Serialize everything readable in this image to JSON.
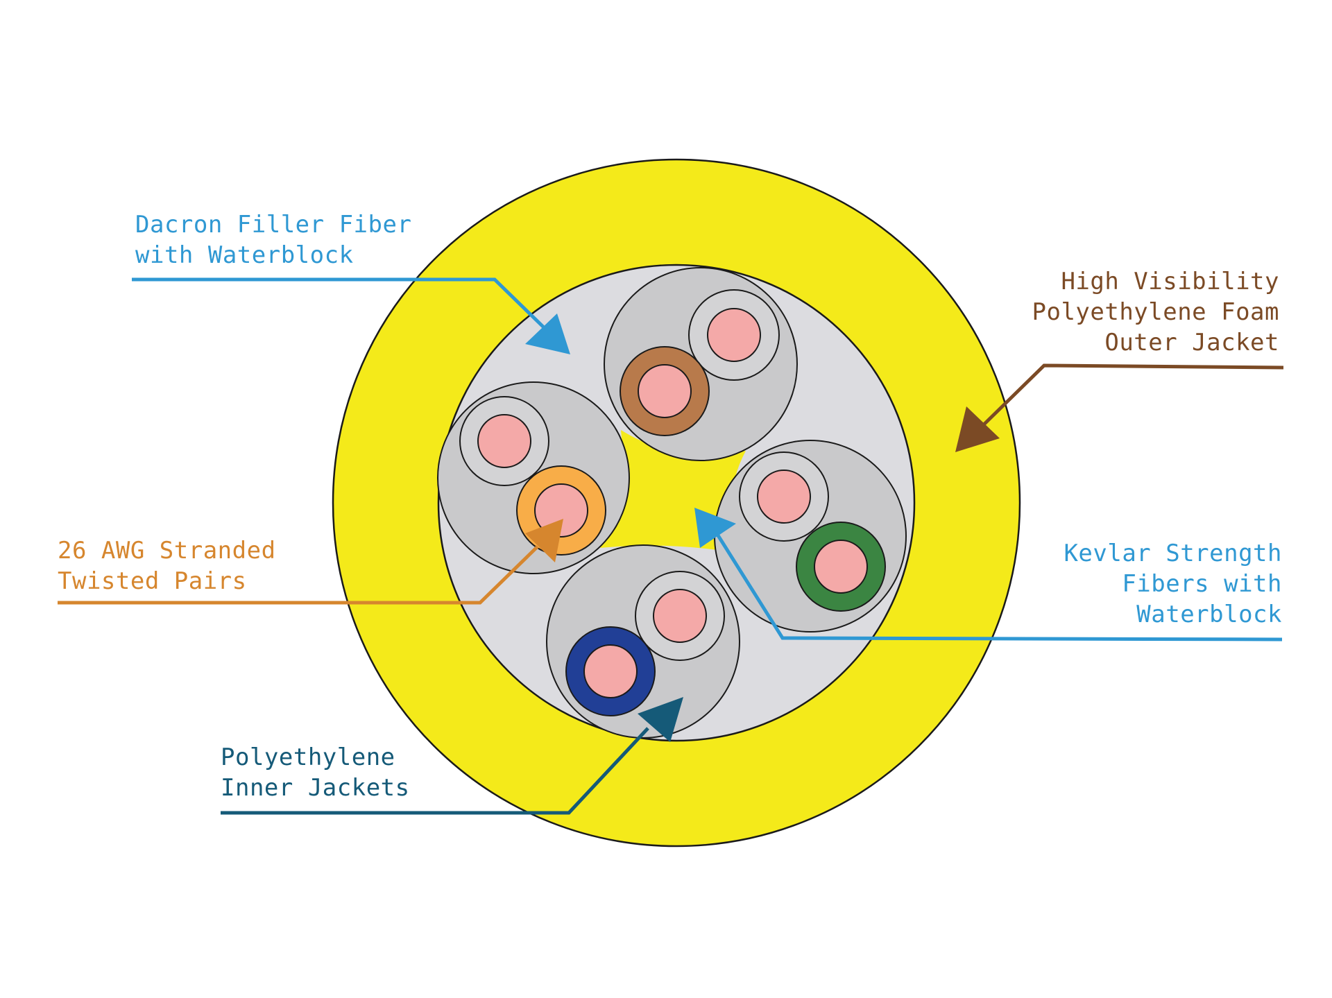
{
  "diagram": {
    "colors": {
      "outer_jacket": "#f4ea1a",
      "core": "#dcdce0",
      "pair_jacket": "#c9c9cb",
      "conductor": "#f4a9a8",
      "conductor_ring_gray": "#d3d3d5",
      "brown": "#b87a4b",
      "orange": "#f8ad48",
      "green": "#3b8542",
      "blue": "#213f96",
      "outline": "#1a1a1a"
    },
    "callouts": [
      {
        "id": "dacron",
        "lines": [
          "Dacron Filler Fiber",
          "with Waterblock"
        ],
        "color": "#2f98d3"
      },
      {
        "id": "outer_jacket",
        "lines": [
          "High Visibility",
          "Polyethylene Foam",
          "Outer Jacket"
        ],
        "color": "#7b4a25"
      },
      {
        "id": "twisted_pairs",
        "lines": [
          "26 AWG Stranded",
          "Twisted Pairs"
        ],
        "color": "#d6862e"
      },
      {
        "id": "kevlar",
        "lines": [
          "Kevlar Strength",
          "Fibers with",
          "Waterblock"
        ],
        "color": "#2f98d3"
      },
      {
        "id": "inner_jackets",
        "lines": [
          "Polyethylene",
          "Inner Jackets"
        ],
        "color": "#155a78"
      }
    ]
  }
}
